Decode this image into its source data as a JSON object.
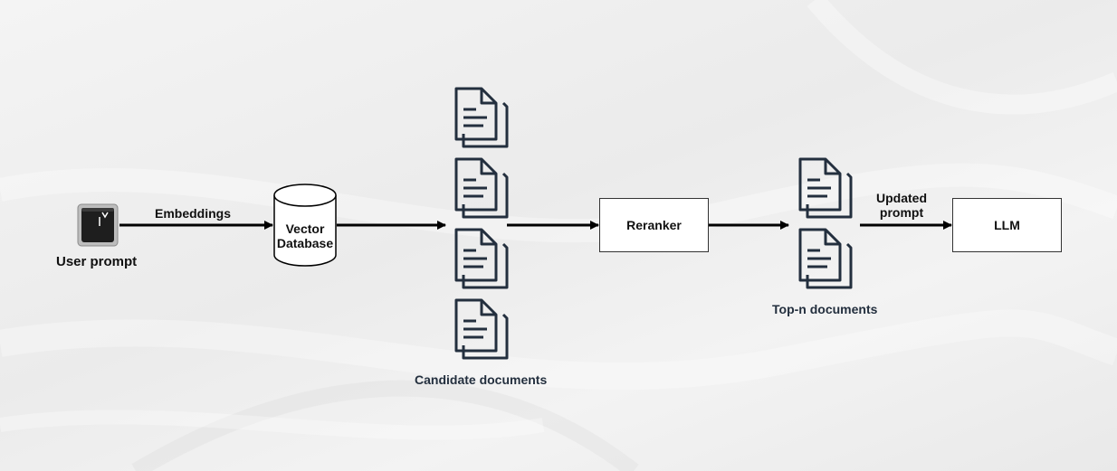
{
  "nodes": {
    "user_prompt": "User prompt",
    "vector_db_line1": "Vector",
    "vector_db_line2": "Database",
    "candidate_documents": "Candidate documents",
    "reranker": "Reranker",
    "top_n_documents": "Top-n documents",
    "llm": "LLM"
  },
  "edges": {
    "embeddings": "Embeddings",
    "updated_prompt_line1": "Updated",
    "updated_prompt_line2": "prompt"
  },
  "icons": {
    "user_prompt_icon": "keyboard-key-icon",
    "database_icon": "database-cylinder-icon",
    "document_icon": "document-stack-icon"
  },
  "colors": {
    "line": "#000000",
    "icon_stroke": "#232f3e",
    "box_fill": "#ffffff"
  }
}
